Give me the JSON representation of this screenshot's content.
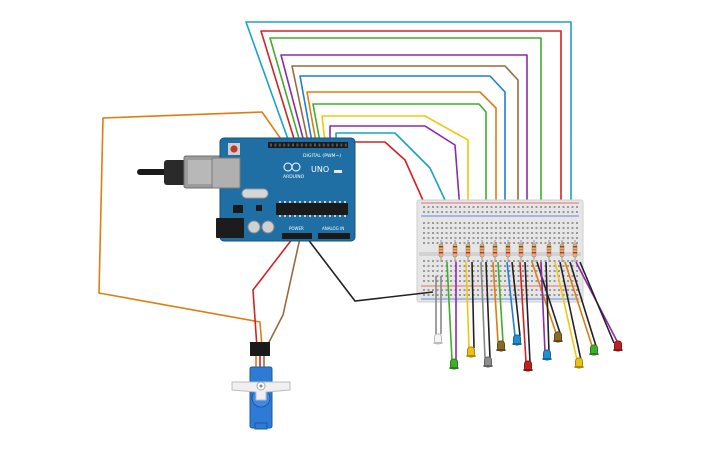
{
  "board": {
    "pin_header_label": "DIGITAL (PWM~)",
    "logo_text": "ARDUINO",
    "model_text": "UNO",
    "power_label": "POWER",
    "analog_label": "ANALOG IN"
  },
  "colors": {
    "board_blue": "#1f6fa5",
    "breadboard": "#e6e6e6",
    "wire_cyan": "#1ba3c6",
    "wire_red": "#d32222",
    "wire_green": "#3fae2a",
    "wire_purple": "#8d2aa8",
    "wire_brown": "#9a6a3a",
    "wire_blue": "#1f7fd1",
    "wire_orange": "#e07d10",
    "wire_yellow": "#f2c70d",
    "wire_black": "#222222",
    "servo_blue": "#2e7bd6"
  },
  "leds": [
    {
      "color": "white"
    },
    {
      "color": "green"
    },
    {
      "color": "yellow"
    },
    {
      "color": "gray"
    },
    {
      "color": "brown"
    },
    {
      "color": "blue"
    },
    {
      "color": "red"
    },
    {
      "color": "brown"
    },
    {
      "color": "blue"
    },
    {
      "color": "yellow"
    },
    {
      "color": "green"
    },
    {
      "color": "red"
    }
  ]
}
